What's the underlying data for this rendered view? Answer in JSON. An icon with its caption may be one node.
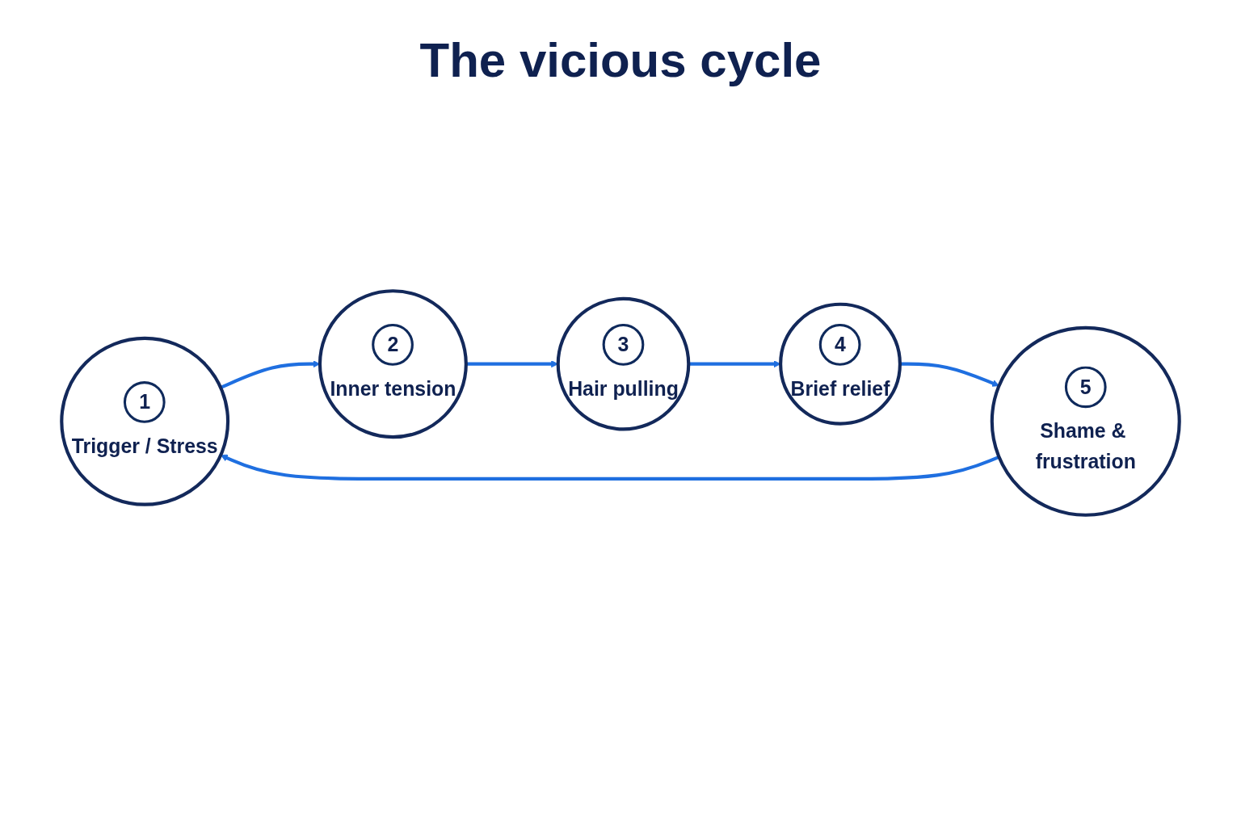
{
  "diagram": {
    "title": "The vicious cycle",
    "nodes": [
      {
        "text": [
          "1",
          "Trigger / Stress"
        ]
      },
      {
        "text": [
          "2",
          "Inner tension"
        ]
      },
      {
        "text": [
          "3",
          "Hair pulling"
        ]
      },
      {
        "text": [
          "4",
          "Brief relief"
        ]
      },
      {
        "text": [
          "5",
          "Shame & frustration"
        ]
      }
    ],
    "edges": [
      {
        "from": 0,
        "to": 1,
        "arrow": "to"
      },
      {
        "from": 1,
        "to": 2,
        "arrow": "to"
      },
      {
        "from": 2,
        "to": 3,
        "arrow": "to"
      },
      {
        "from": 3,
        "to": 4,
        "arrow": "to"
      },
      {
        "from": 4,
        "to": 0,
        "arrow": "to"
      }
    ]
  }
}
